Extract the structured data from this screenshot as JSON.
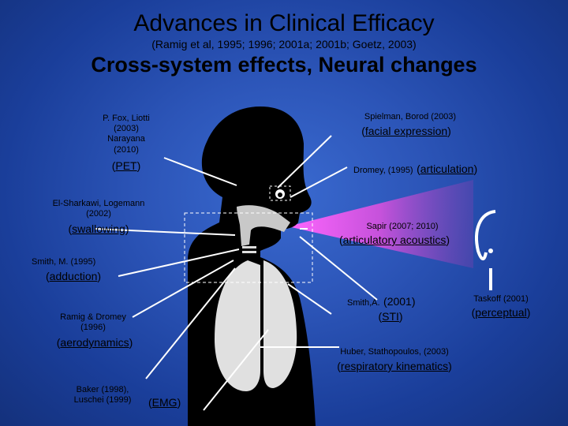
{
  "title": "Advances in Clinical Efficacy",
  "subtitle": "(Ramig et al, 1995; 1996; 2001a; 2001b; Goetz, 2003)",
  "heading": "Cross-system effects, Neural changes",
  "labels": {
    "pet": {
      "cite_lines": [
        "P. Fox, Liotti",
        "(2003)",
        "Narayana",
        "(2010)"
      ],
      "topic": "PET"
    },
    "swallowing": {
      "cite_lines": [
        "El-Sharkawi, Logemann",
        "(2002)"
      ],
      "topic": "swallowing"
    },
    "adduction": {
      "cite": "Smith, M. (1995)",
      "topic": "adduction"
    },
    "aerodynamics": {
      "cite_lines": [
        "Ramig & Dromey",
        "(1996)"
      ],
      "topic": "aerodynamics"
    },
    "emg": {
      "cite_lines": [
        "Baker (1998),",
        "Luschei (1999)"
      ],
      "topic": "EMG"
    },
    "facial": {
      "cite": "Spielman, Borod (2003)",
      "topic": "facial expression"
    },
    "articulation": {
      "cite": "Dromey, (1995)",
      "topic": "articulation"
    },
    "acoustics": {
      "cite": "Sapir (2007; 2010)",
      "topic": "articulatory acoustics"
    },
    "sti": {
      "cite": "Smith,A.",
      "year": "(2001)",
      "topic": "STI"
    },
    "perceptual": {
      "cite": "Taskoff (2001)",
      "topic": "perceptual"
    },
    "respiratory": {
      "cite": "Huber, Stathopoulos, (2003)",
      "topic": "respiratory kinematics"
    }
  },
  "colors": {
    "background": "#2c55b8",
    "beam": "#ff66ff",
    "lines": "#ffffff",
    "silhouette": "#000000",
    "lungs": "#e0e0e0"
  }
}
